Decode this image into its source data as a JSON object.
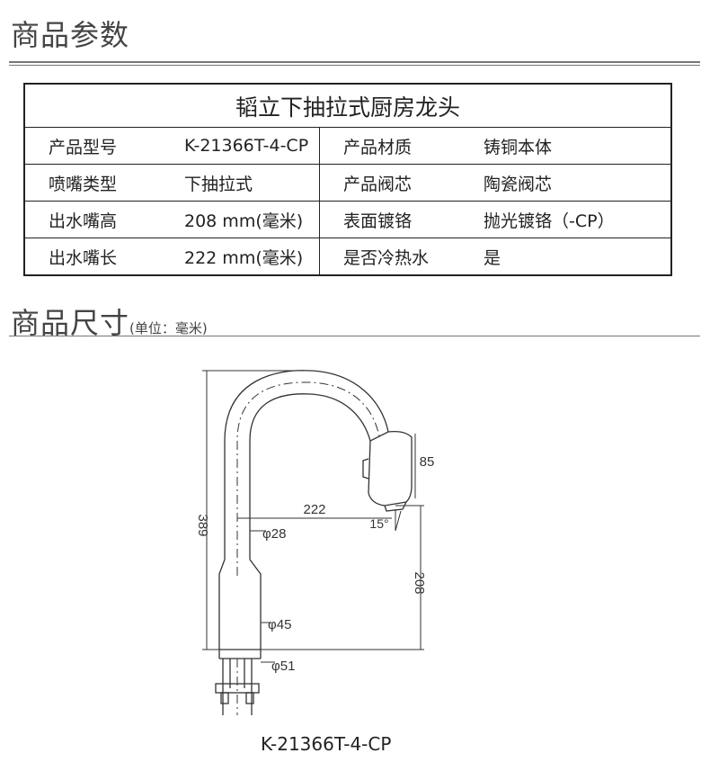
{
  "section_params": {
    "title": "商品参数"
  },
  "params_table": {
    "title": "韬立下抽拉式厨房龙头",
    "rows": [
      {
        "label1": "产品型号",
        "value1": "K-21366T-4-CP",
        "label2": "产品材质",
        "value2": "铸铜本体"
      },
      {
        "label1": "喷嘴类型",
        "value1": "下抽拉式",
        "label2": "产品阀芯",
        "value2": "陶瓷阀芯"
      },
      {
        "label1": "出水嘴高",
        "value1": "208 mm(毫米)",
        "label2": "表面镀铬",
        "value2": "抛光镀铬（-CP）"
      },
      {
        "label1": "出水嘴长",
        "value1": "222 mm(毫米)",
        "label2": "是否冷热水",
        "value2": "是"
      }
    ]
  },
  "section_dims": {
    "title": "商品尺寸",
    "unit_note": "(单位：毫米)"
  },
  "drawing": {
    "dim_height": "389",
    "dim_reach": "222",
    "dim_spout_height": "208",
    "dim_head": "85",
    "dim_angle": "15°",
    "dim_d28": "φ28",
    "dim_d45": "φ45",
    "dim_d51": "φ51",
    "model": "K-21366T-4-CP"
  },
  "colors": {
    "line": "#333333",
    "text": "#222222",
    "rule": "#777777"
  }
}
